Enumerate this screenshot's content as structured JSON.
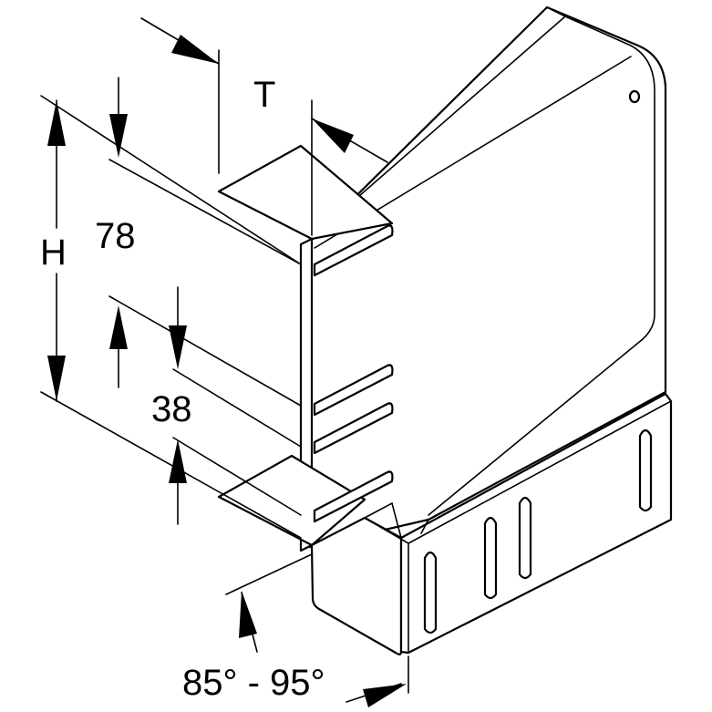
{
  "drawing": {
    "labels": {
      "t": "T",
      "h": "H",
      "d78": "78",
      "d38": "38",
      "angle": "85° - 95°"
    },
    "colors": {
      "ink": "#000000",
      "paper": "#ffffff"
    }
  }
}
